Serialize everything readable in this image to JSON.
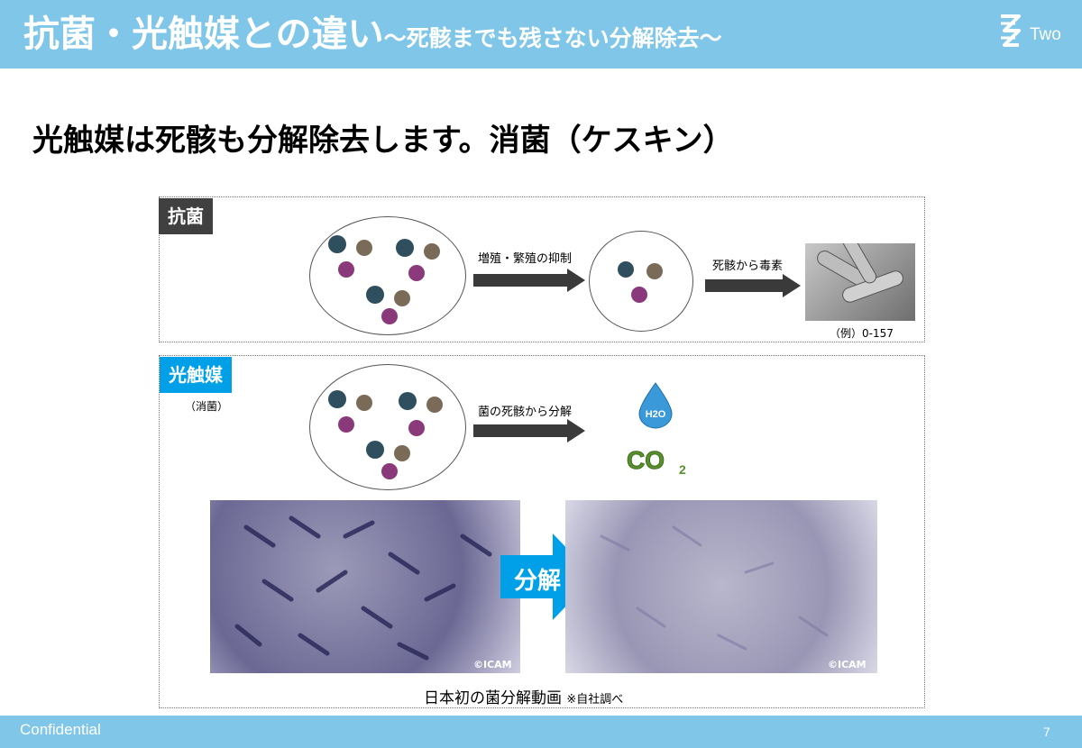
{
  "header": {
    "title_main": "抗菌・光触媒との違い",
    "title_sub": "～死骸までも残さない分解除去～",
    "logo_text": "Two",
    "color": "#7fc6e9"
  },
  "headline": "光触媒は死骸も分解除去します。消菌（ケスキン）",
  "antibacterial": {
    "label": "抗菌",
    "arrow1_label": "増殖・繁殖の抑制",
    "arrow2_label": "死骸から毒素",
    "example_caption": "（例）0-157"
  },
  "photocatalyst": {
    "label": "光触媒",
    "sub_label": "（消菌）",
    "arrow_label": "菌の死骸から分解",
    "h2o_icon": "h2o-drop-icon",
    "co2_icon": "co2-icon",
    "accent_color": "#00a0e9"
  },
  "photos": {
    "before_credit": "©ICAM",
    "after_credit": "©ICAM",
    "arrow_label": "分解"
  },
  "caption": {
    "main": "日本初の菌分解動画",
    "note": "※自社調べ"
  },
  "footer": {
    "left": "Confidential",
    "page_number": "7"
  }
}
